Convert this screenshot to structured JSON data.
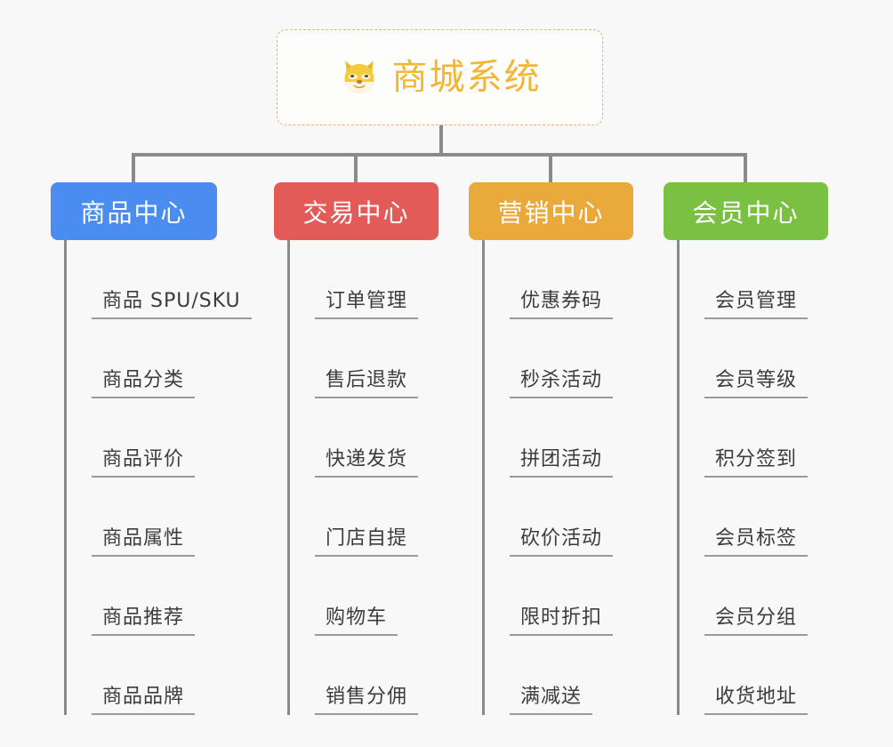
{
  "background_color": "#f8f8f8",
  "root": {
    "icon": "shiba-dog-face-emoji",
    "title": "商城系统",
    "title_color": "#f2b632",
    "border_color": "#e8b94a",
    "border_style": "dashed"
  },
  "connector_color": "#8a8a8a",
  "branches": [
    {
      "title": "商品中心",
      "color": "#4a8cf0",
      "items": [
        "商品 SPU/SKU",
        "商品分类",
        "商品评价",
        "商品属性",
        "商品推荐",
        "商品品牌"
      ]
    },
    {
      "title": "交易中心",
      "color": "#e35b58",
      "items": [
        "订单管理",
        "售后退款",
        "快递发货",
        "门店自提",
        "购物车",
        "销售分佣"
      ]
    },
    {
      "title": "营销中心",
      "color": "#eaa93b",
      "items": [
        "优惠券码",
        "秒杀活动",
        "拼团活动",
        "砍价活动",
        "限时折扣",
        "满减送"
      ]
    },
    {
      "title": "会员中心",
      "color": "#7ac143",
      "items": [
        "会员管理",
        "会员等级",
        "积分签到",
        "会员标签",
        "会员分组",
        "收货地址"
      ]
    }
  ]
}
